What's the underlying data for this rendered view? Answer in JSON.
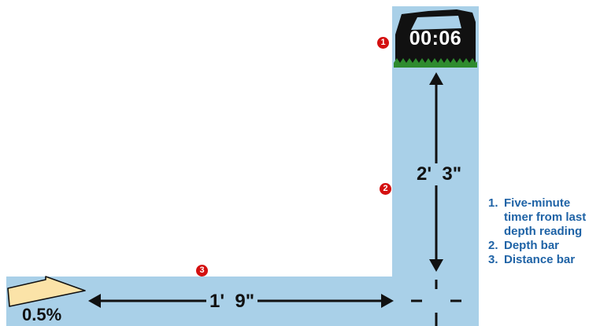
{
  "timer": {
    "value": "00:06"
  },
  "badges": [
    "1",
    "2",
    "3"
  ],
  "depth": {
    "value": "2'  3\""
  },
  "distance": {
    "value": "1'  9\""
  },
  "grade": {
    "value": "0.5%"
  },
  "legend": [
    {
      "num": "1.",
      "text": "Five-minute timer from last depth reading"
    },
    {
      "num": "2.",
      "text": "Depth bar"
    },
    {
      "num": "3.",
      "text": "Distance bar"
    }
  ],
  "colors": {
    "bar": "#a9d0e8",
    "timer_background": "#111111",
    "grass": "#2e8b2e",
    "badge": "#d41010",
    "legend_text": "#1f63a6",
    "grade_wedge": "#fbe3a8"
  }
}
